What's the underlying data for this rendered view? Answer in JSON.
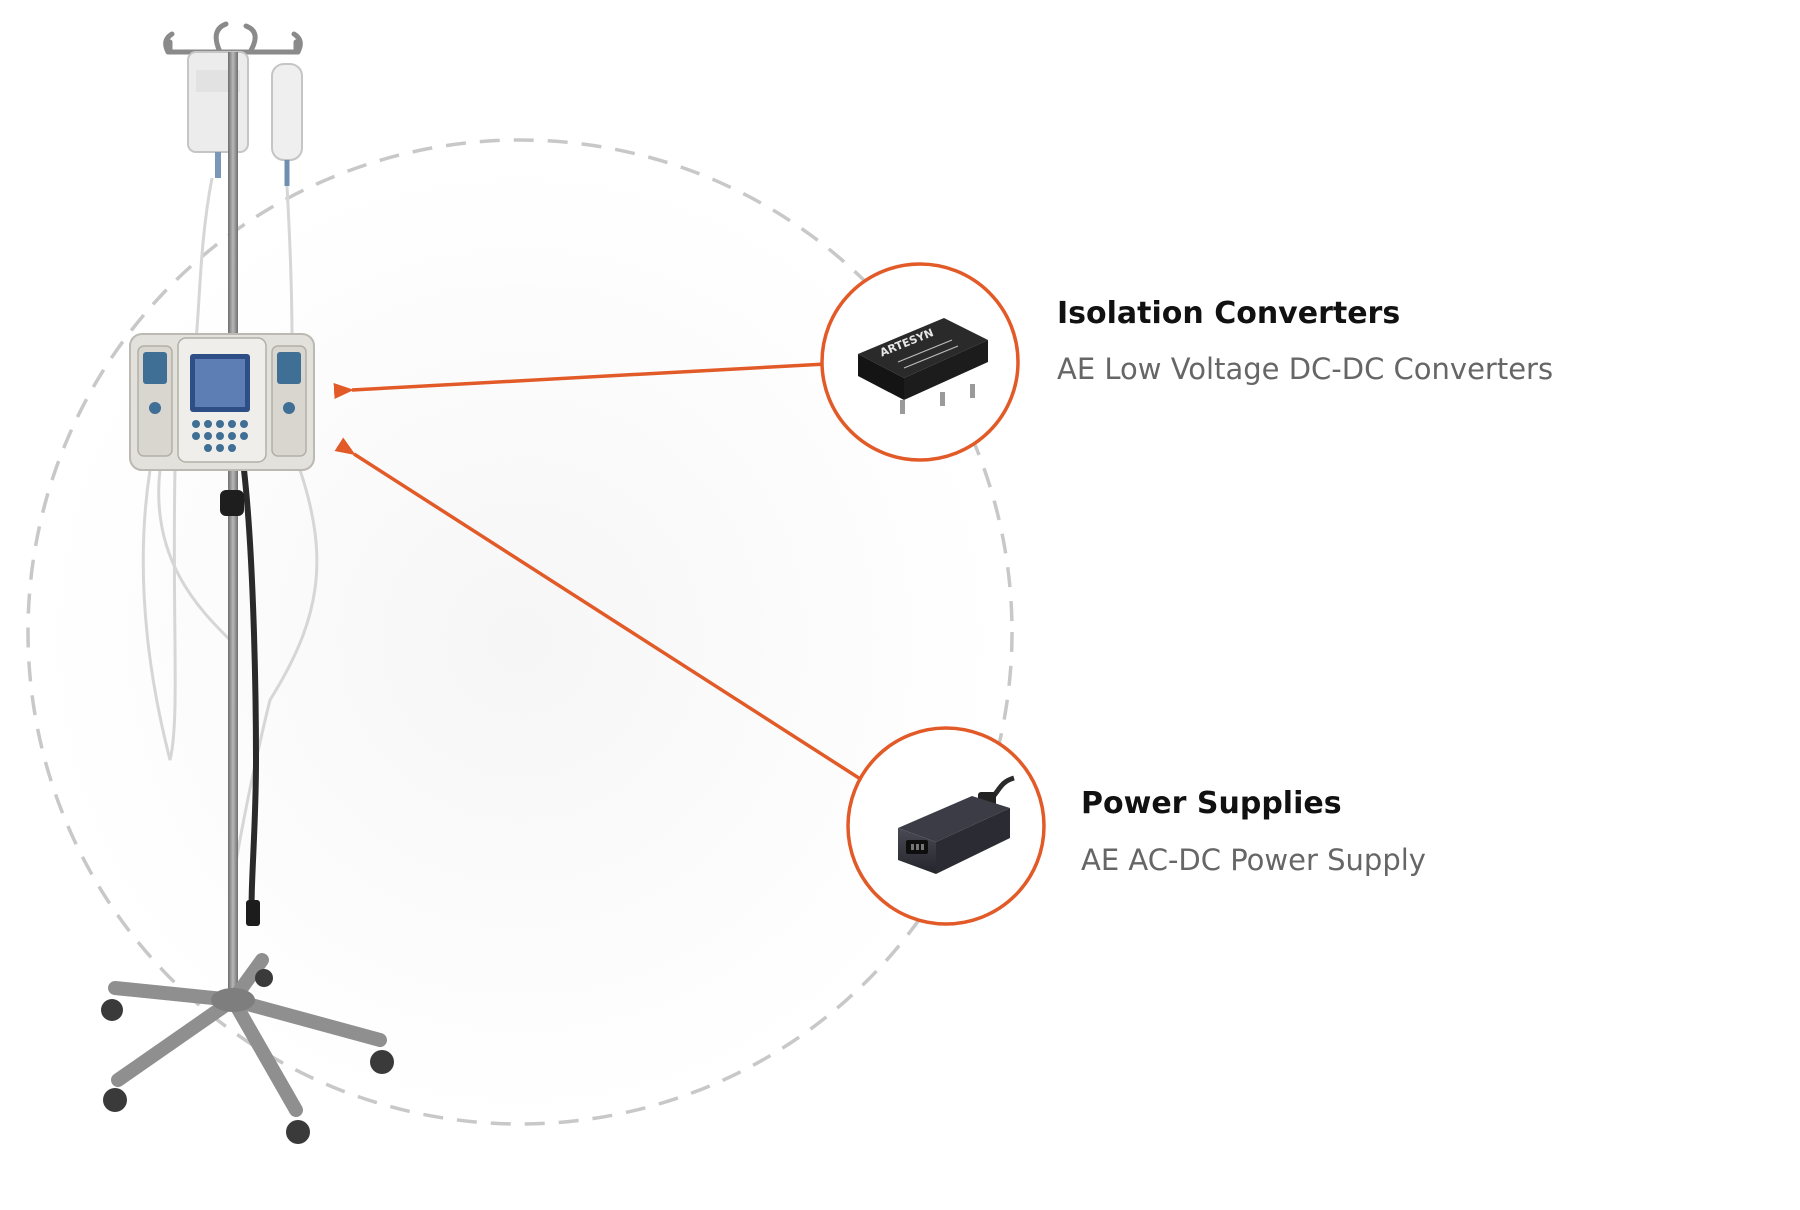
{
  "colors": {
    "accent": "#e25a27",
    "dashed_ring": "#c8c8c8",
    "title_text": "#111111",
    "subtitle_text": "#666666",
    "pole_metal": "#8a8a8a",
    "pump_body": "#e3e1dc",
    "pump_blue": "#3f6f95",
    "module_black": "#222222"
  },
  "callouts": [
    {
      "title": "Isolation Converters",
      "subtitle": "AE Low Voltage DC-DC Converters",
      "module_label": "ARTESYN",
      "icon": "dc-dc-converter-module-icon"
    },
    {
      "title": "Power Supplies",
      "subtitle": "AE AC-DC Power Supply",
      "icon": "ac-dc-power-adapter-icon"
    }
  ],
  "illustration": {
    "subject": "iv-pole-with-infusion-pump-icon"
  }
}
